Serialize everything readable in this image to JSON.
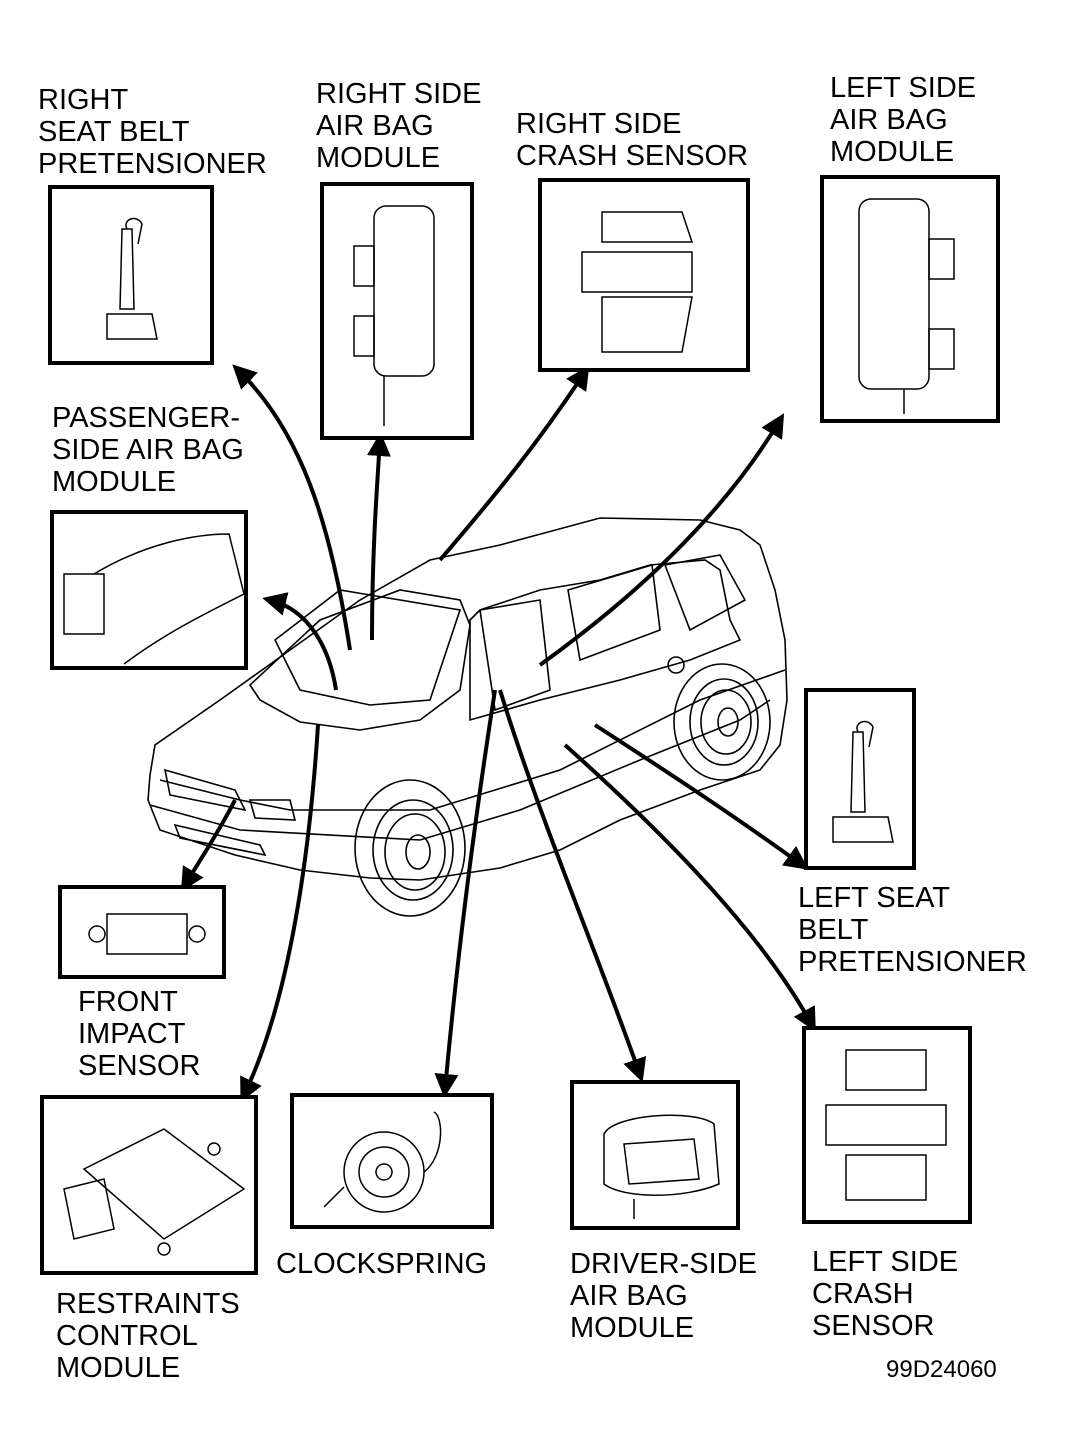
{
  "figure_code": "99D24060",
  "colors": {
    "line": "#000000",
    "background": "#ffffff"
  },
  "components": [
    {
      "id": "right-seat-belt-pretensioner",
      "label": "RIGHT\nSEAT BELT\nPRETENSIONER"
    },
    {
      "id": "right-side-air-bag-module",
      "label": "RIGHT SIDE\nAIR BAG\nMODULE"
    },
    {
      "id": "right-side-crash-sensor",
      "label": "RIGHT SIDE\nCRASH SENSOR"
    },
    {
      "id": "left-side-air-bag-module",
      "label": "LEFT SIDE\nAIR BAG\nMODULE"
    },
    {
      "id": "passenger-side-air-bag-module",
      "label": "PASSENGER-\nSIDE AIR BAG\nMODULE"
    },
    {
      "id": "left-seat-belt-pretensioner",
      "label": "LEFT SEAT\nBELT\nPRETENSIONER"
    },
    {
      "id": "front-impact-sensor",
      "label": "FRONT\nIMPACT\nSENSOR"
    },
    {
      "id": "restraints-control-module",
      "label": "RESTRAINTS\nCONTROL\nMODULE"
    },
    {
      "id": "clockspring",
      "label": "CLOCKSPRING"
    },
    {
      "id": "driver-side-air-bag-module",
      "label": "DRIVER-SIDE\nAIR BAG\nMODULE"
    },
    {
      "id": "left-side-crash-sensor",
      "label": "LEFT SIDE\nCRASH\nSENSOR"
    }
  ]
}
